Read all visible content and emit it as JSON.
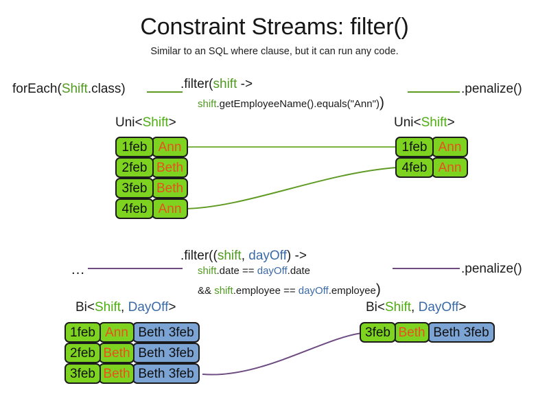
{
  "title": "Constraint Streams: filter()",
  "subtitle": "Similar to an SQL where clause, but it can run any code.",
  "colors": {
    "green_fact": "#7ed321",
    "blue_fact": "#7ba3d4",
    "name_text": "#e8501e",
    "token_green": "#4f9a1f",
    "token_blue": "#3a6aa8",
    "connector_green": "#5f9b23",
    "connector_purple": "#6d4a80",
    "border": "#1b1b1b"
  },
  "uni_section": {
    "source_label": {
      "prefix": "forEach(",
      "type": "Shift",
      "suffix": ".class)"
    },
    "filter_label": {
      "line1_prefix": ".filter(",
      "line1_param": "shift",
      "line1_suffix": " ->",
      "line2_param": "shift",
      "line2_body": ".getEmployeeName().equals(\"Ann\")",
      "line2_close": ")"
    },
    "penalize_label": ".penalize()",
    "input_header": {
      "prefix": "Uni<",
      "type": "Shift",
      "suffix": ">"
    },
    "output_header": {
      "prefix": "Uni<",
      "type": "Shift",
      "suffix": ">"
    },
    "input_rows": [
      {
        "date": "1feb",
        "name": "Ann"
      },
      {
        "date": "2feb",
        "name": "Beth"
      },
      {
        "date": "3feb",
        "name": "Beth"
      },
      {
        "date": "4feb",
        "name": "Ann"
      }
    ],
    "output_rows": [
      {
        "date": "1feb",
        "name": "Ann"
      },
      {
        "date": "4feb",
        "name": "Ann"
      }
    ]
  },
  "bi_section": {
    "source_label": "…",
    "filter_label": {
      "line1_prefix": ".filter((",
      "line1_param_a": "shift",
      "line1_comma": ", ",
      "line1_param_b": "dayOff",
      "line1_suffix": ") ->",
      "line2_param_a": "shift",
      "line2_mid": ".date == ",
      "line2_param_b": "dayOff",
      "line2_end": ".date",
      "line3_prefix": "&& ",
      "line3_param_a": "shift",
      "line3_mid": ".employee == ",
      "line3_param_b": "dayOff",
      "line3_end": ".employee",
      "line3_close": ")"
    },
    "penalize_label": ".penalize()",
    "input_header": {
      "prefix": "Bi<",
      "type_a": "Shift",
      "comma": ", ",
      "type_b": "DayOff",
      "suffix": ">"
    },
    "output_header": {
      "prefix": "Bi<",
      "type_a": "Shift",
      "comma": ", ",
      "type_b": "DayOff",
      "suffix": ">"
    },
    "input_rows": [
      {
        "date": "1feb",
        "name": "Ann",
        "dayoff": "Beth 3feb"
      },
      {
        "date": "2feb",
        "name": "Beth",
        "dayoff": "Beth 3feb"
      },
      {
        "date": "3feb",
        "name": "Beth",
        "dayoff": "Beth 3feb"
      }
    ],
    "output_rows": [
      {
        "date": "3feb",
        "name": "Beth",
        "dayoff": "Beth 3feb"
      }
    ]
  }
}
